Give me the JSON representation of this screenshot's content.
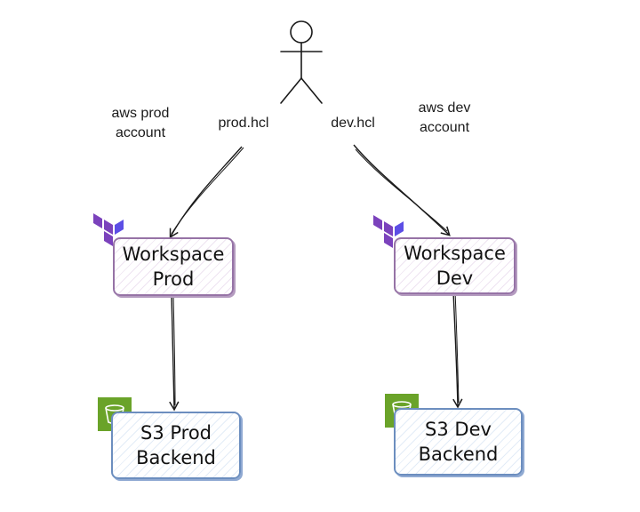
{
  "person": {
    "icon": "stick-figure-user-icon"
  },
  "labels": {
    "aws_prod": [
      "aws prod",
      "account"
    ],
    "aws_dev": [
      "aws dev",
      "account"
    ],
    "prod_hcl": "prod.hcl",
    "dev_hcl": "dev.hcl"
  },
  "workspaces": {
    "prod": {
      "lines": [
        "Workspace",
        "Prod"
      ],
      "icon": "terraform-icon"
    },
    "dev": {
      "lines": [
        "Workspace",
        "Dev"
      ],
      "icon": "terraform-icon"
    }
  },
  "backends": {
    "prod": {
      "lines": [
        "S3 Prod",
        "Backend"
      ],
      "icon": "s3-bucket-icon"
    },
    "dev": {
      "lines": [
        "S3 Dev",
        "Backend"
      ],
      "icon": "s3-bucket-icon"
    }
  },
  "colors": {
    "terraform": "#7b42bc",
    "s3": "#6aa329",
    "workspace_border": "#9673a6",
    "backend_border": "#6c8ebf",
    "stroke": "#1a1a1a"
  }
}
